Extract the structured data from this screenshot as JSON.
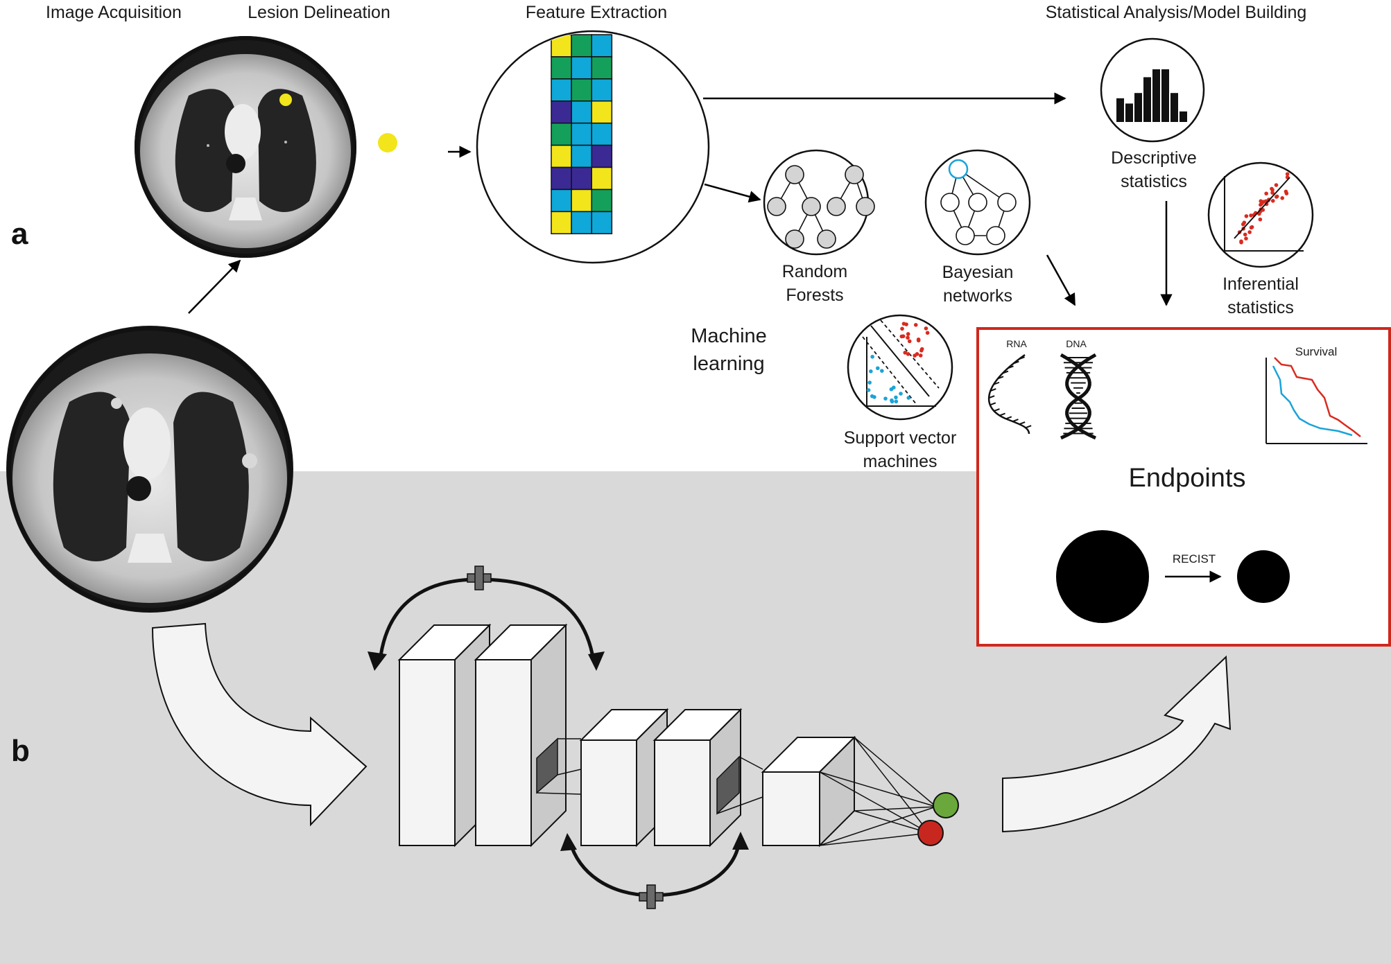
{
  "panels": {
    "a": "a",
    "b": "b"
  },
  "headers": {
    "acquisition": "Image Acquisition",
    "delineation": "Lesion Delineation",
    "extraction": "Feature Extraction",
    "statistics": "Statistical Analysis/Model Building"
  },
  "methods": {
    "descriptive_1": "Descriptive",
    "descriptive_2": "statistics",
    "random_forests_1": "Random",
    "random_forests_2": "Forests",
    "bayesian_1": "Bayesian",
    "bayesian_2": "networks",
    "inferential_1": "Inferential",
    "inferential_2": "statistics",
    "ml_1": "Machine",
    "ml_2": "learning",
    "svm_1": "Support vector",
    "svm_2": "machines"
  },
  "endpoints": {
    "title": "Endpoints",
    "rna": "RNA",
    "dna": "DNA",
    "survival": "Survival",
    "recist": "RECIST"
  },
  "feature_matrix": [
    [
      "yellow",
      "green",
      "blue"
    ],
    [
      "green",
      "blue",
      "green"
    ],
    [
      "blue",
      "green",
      "blue"
    ],
    [
      "purple",
      "blue",
      "yellow"
    ],
    [
      "green",
      "blue",
      "blue"
    ],
    [
      "yellow",
      "blue",
      "purple"
    ],
    [
      "purple",
      "purple",
      "yellow"
    ],
    [
      "blue",
      "yellow",
      "green"
    ],
    [
      "yellow",
      "blue",
      "blue"
    ]
  ],
  "histogram": [
    0.45,
    0.35,
    0.55,
    0.85,
    1.0,
    1.0,
    0.55,
    0.2
  ],
  "colors": {
    "yellow": "#f2e51b",
    "green": "#14a05a",
    "blue": "#0fa8d8",
    "purple": "#3b2a94",
    "endpoint_border": "#d0271d",
    "survival_red": "#d92b1f",
    "survival_blue": "#1ba3d8",
    "node_green": "#6aa83c",
    "node_red": "#c8271f",
    "lower_bg": "#d9d9d9"
  },
  "icons": {
    "ct_scan": "ct-scan-icon",
    "histogram": "histogram-icon",
    "tree": "random-forest-icon",
    "bayes": "bayesian-network-icon",
    "scatter": "scatter-regression-icon",
    "svm": "svm-icon",
    "rna": "rna-strand-icon",
    "dna": "dna-helix-icon",
    "survival": "survival-curve-icon",
    "plus": "plus-icon",
    "cnn": "cnn-block-icon"
  }
}
